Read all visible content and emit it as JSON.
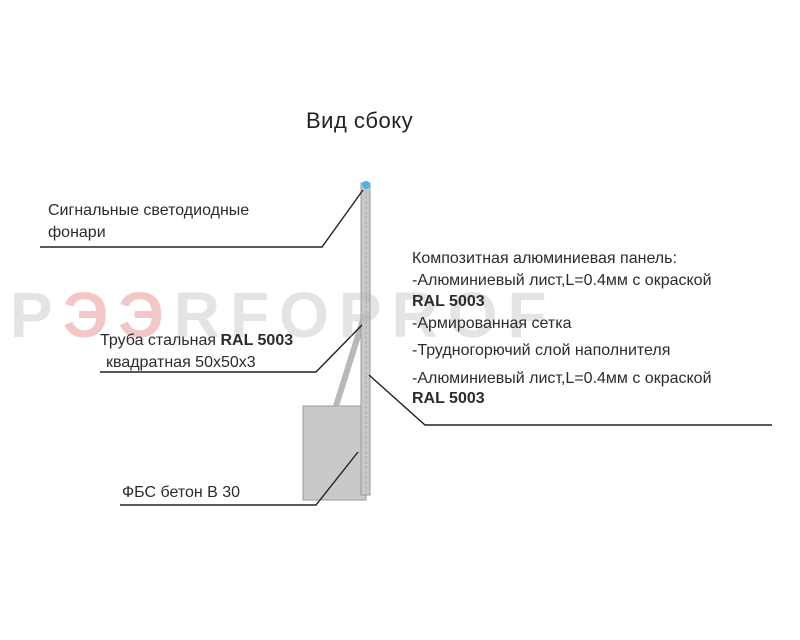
{
  "title": "Вид сбоку",
  "watermark": {
    "text_before": "P",
    "accent_text": "ЭЭ",
    "text_after": "RFOPROF",
    "accent_color": "#dc4646"
  },
  "labels": {
    "led": {
      "line1": "Сигнальные светодиодные",
      "line2": "фонари"
    },
    "pipe": {
      "line1_prefix": "Труба стальная ",
      "line1_bold": "RAL 5003",
      "line2": "квадратная 50х50х3"
    },
    "concrete": "ФБС бетон В 30",
    "panel": {
      "heading": "Композитная алюминиевая панель:",
      "item1": "-Алюминиевый лист,L=0.4мм с окраской",
      "item1_ral": "RAL 5003",
      "item2": "-Армированная сетка",
      "item3": "-Трудногорючий слой наполнителя",
      "item4": "-Алюминиевый лист,L=0.4мм с окраской",
      "item4_ral": "RAL 5003"
    }
  },
  "colors": {
    "line": "#222222",
    "pole": "#c8c9cb",
    "block": "#c9c9c9",
    "led": "#4fb3e8"
  }
}
